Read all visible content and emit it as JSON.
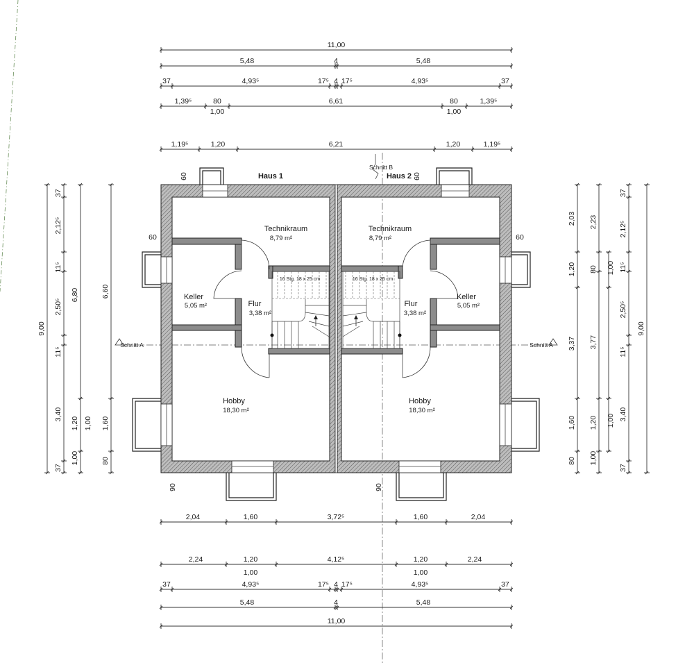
{
  "houses": [
    {
      "label": "Haus 1"
    },
    {
      "label": "Haus 2"
    }
  ],
  "section_marks": {
    "schnitt_a_left": "Schnitt A",
    "schnitt_a_right": "Schnitt A",
    "schnitt_b": "Schnitt B"
  },
  "rooms": {
    "h1_technik": {
      "name": "Technikraum",
      "area": "8,79 m²"
    },
    "h1_keller": {
      "name": "Keller",
      "area": "5,05 m²"
    },
    "h1_flur": {
      "name": "Flur",
      "area": "3,38 m²"
    },
    "h1_hobby": {
      "name": "Hobby",
      "area": "18,30 m²"
    },
    "h2_technik": {
      "name": "Technikraum",
      "area": "8,79 m²"
    },
    "h2_keller": {
      "name": "Keller",
      "area": "5,05 m²"
    },
    "h2_flur": {
      "name": "Flur",
      "area": "3,38 m²"
    },
    "h2_hobby": {
      "name": "Hobby",
      "area": "18,30 m²"
    }
  },
  "stairs": {
    "h1": "16 Stg. 18 x 25 cm",
    "h2": "16 Stg. 18 x 25 cm"
  },
  "top_dims": {
    "row1": [
      "11,00"
    ],
    "row2": [
      "5,48",
      "4",
      "5,48"
    ],
    "row3": [
      "37",
      "4,93⁵",
      "17⁵",
      "4",
      "17⁵",
      "4,93⁵",
      "37"
    ],
    "row4": [
      "1,39⁵",
      "80",
      "6,61",
      "80",
      "1,39⁵"
    ],
    "row4_sub": [
      "1,00",
      "1,00"
    ],
    "row5": [
      "1,19⁵",
      "1,20",
      "6,21",
      "1,20",
      "1,19⁵"
    ],
    "niche_depth": [
      "60",
      "60"
    ]
  },
  "bottom_dims": {
    "row1": [
      "2,04",
      "1,60",
      "3,72⁵",
      "1,60",
      "2,04"
    ],
    "row2": [
      "2,24",
      "1,20",
      "4,12⁵",
      "1,20",
      "2,24"
    ],
    "row2_sub": [
      "1,00",
      "1,00"
    ],
    "row3": [
      "37",
      "4,93⁵",
      "17⁵",
      "4",
      "17⁵",
      "4,93⁵",
      "37"
    ],
    "row4": [
      "5,48",
      "4",
      "5,48"
    ],
    "row5": [
      "11,00"
    ],
    "niche_depth": [
      "90",
      "90"
    ]
  },
  "left_dims": {
    "outer": [
      "9,00"
    ],
    "col2": [
      "37",
      "2,12⁵",
      "11⁵",
      "2,50⁵",
      "11⁵",
      "3,40",
      "37"
    ],
    "col3": [
      "6,80",
      "1,20",
      "1,00"
    ],
    "col3_sub": [
      "1,00"
    ],
    "col4": [
      "6,60",
      "1,60",
      "80"
    ],
    "niche_depth": [
      "60"
    ]
  },
  "right_dims": {
    "col1": [
      "2,03",
      "1,20",
      "3,37",
      "1,60",
      "80"
    ],
    "col2": [
      "2,23",
      "80",
      "3,77",
      "1,20",
      "1,00"
    ],
    "col3": [
      "1,00",
      "1,00"
    ],
    "col4": [
      "37",
      "2,12⁵",
      "11⁵",
      "2,50⁵",
      "11⁵",
      "3,40",
      "37"
    ],
    "outer": [
      "9,00"
    ],
    "niche_depth": [
      "60"
    ]
  }
}
